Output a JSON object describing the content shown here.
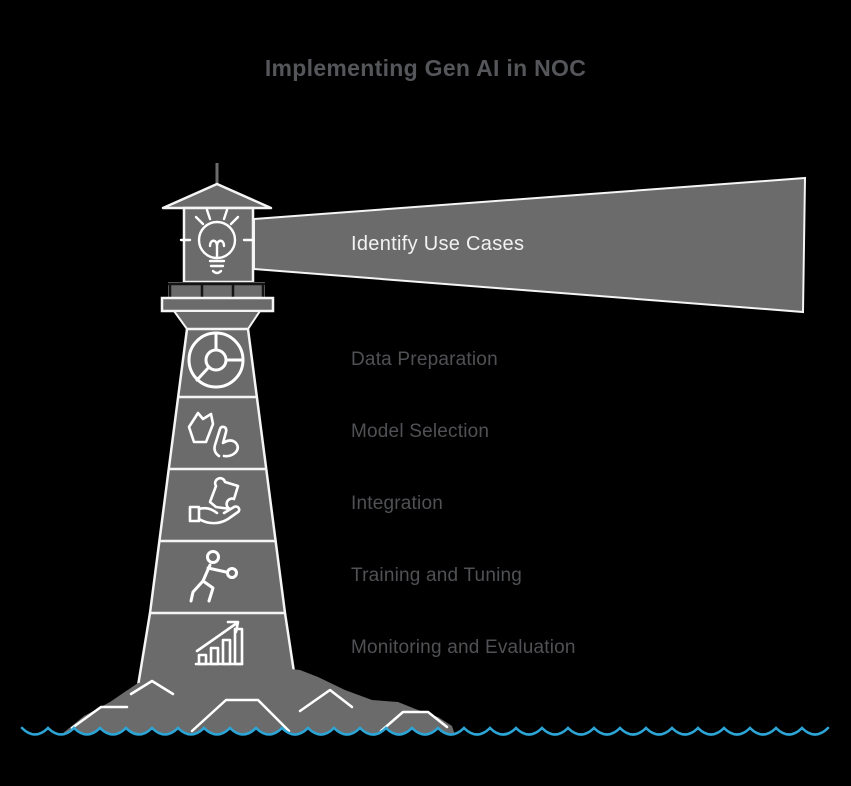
{
  "title": "Implementing Gen AI in NOC",
  "colors": {
    "background": "#000000",
    "lighthouse_gray": "#6b6b6b",
    "outline_white": "#f5f5f5",
    "wave_blue": "#2ca5d6",
    "title_text": "#55565a",
    "label_text": "#505154",
    "beam_text": "#f2f2f2"
  },
  "stages": [
    {
      "label": "Identify Use Cases",
      "icon": "lightbulb-icon",
      "highlighted": true
    },
    {
      "label": "Data Preparation",
      "icon": "pie-chart-icon",
      "highlighted": false
    },
    {
      "label": "Model Selection",
      "icon": "knight-select-icon",
      "highlighted": false
    },
    {
      "label": "Integration",
      "icon": "puzzle-hand-icon",
      "highlighted": false
    },
    {
      "label": "Training and Tuning",
      "icon": "exercise-icon",
      "highlighted": false
    },
    {
      "label": "Monitoring and Evaluation",
      "icon": "growth-chart-icon",
      "highlighted": false
    }
  ]
}
